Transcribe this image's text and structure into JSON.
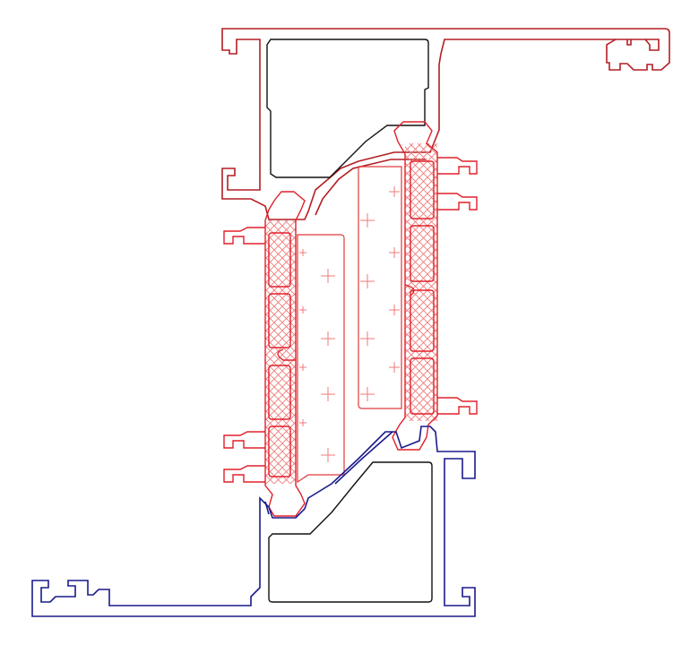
{
  "colors": {
    "background": "#ffffff",
    "upper_profile": "#b41e23",
    "lower_profile": "#1a1a8c",
    "thermal_break": "#e0202a",
    "hatch": "#f07a7a",
    "insulation": "#e03a3a",
    "glazing": "#111111"
  },
  "components": [
    "upper-frame-profile",
    "lower-frame-profile",
    "left-thermal-break-strip",
    "right-thermal-break-strip",
    "left-insulation-panel",
    "right-insulation-panel",
    "upper-glazing-unit",
    "lower-glazing-unit"
  ]
}
